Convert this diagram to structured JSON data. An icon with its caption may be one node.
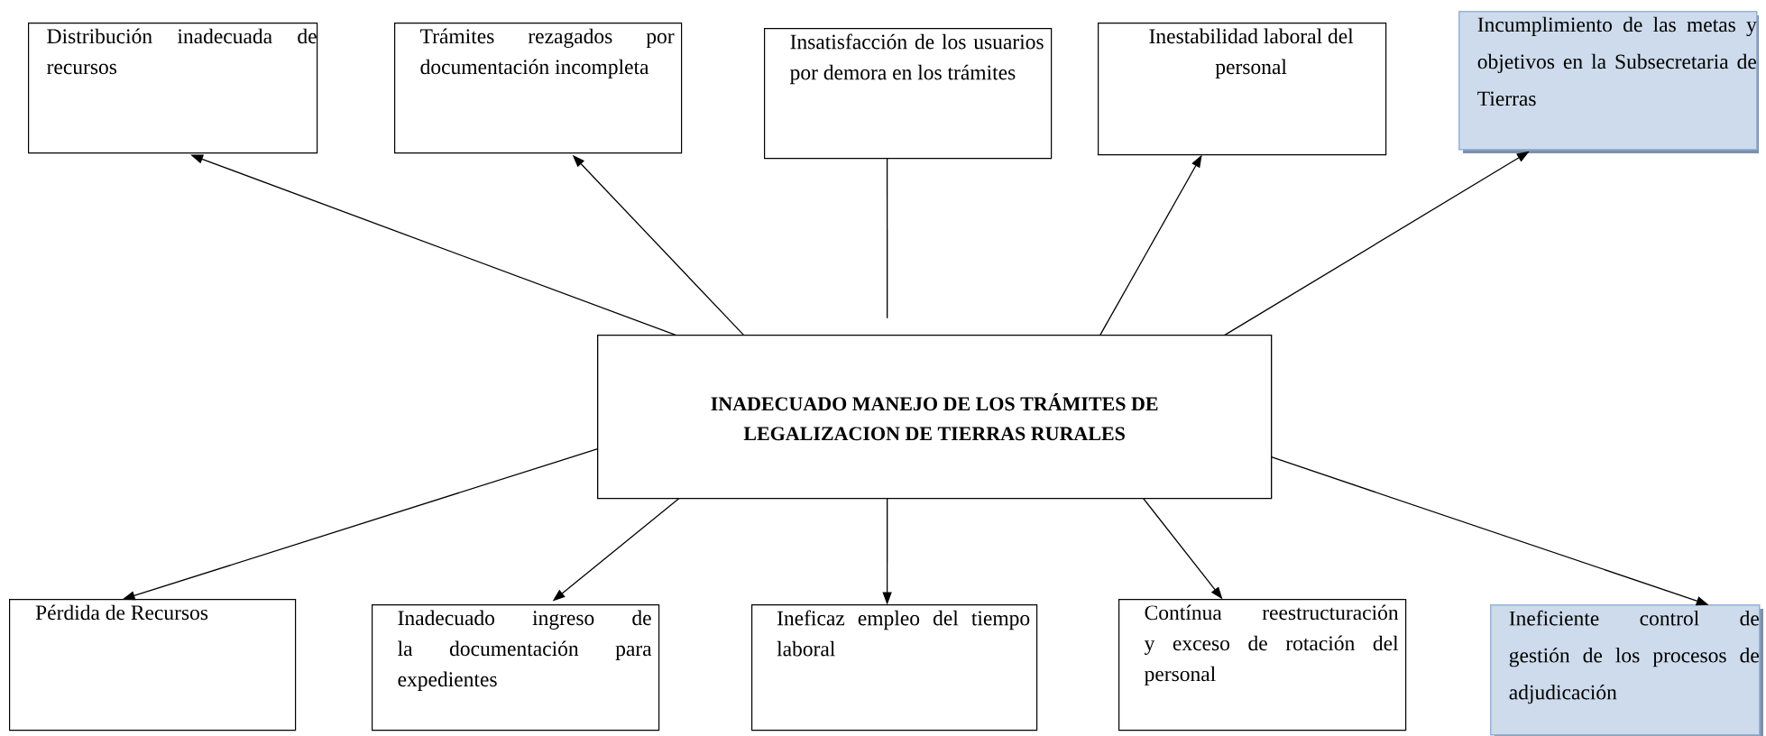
{
  "diagram": {
    "nodes": [
      {
        "text": [
          "Distribución inadecuada de recursos"
        ]
      },
      {
        "text": [
          "Trámites rezagados por documentación incompleta"
        ]
      },
      {
        "text": [
          "Insatisfacción de los usuarios por demora en los trámites"
        ]
      },
      {
        "text": [
          "Inestabilidad laboral del personal"
        ]
      },
      {
        "text": [
          "Incumplimiento de las metas y objetivos en la Subsecretaria de Tierras"
        ]
      },
      {
        "text": [
          "INADECUADO MANEJO DE LOS TRÁMITES DE LEGALIZACION DE TIERRAS RURALES"
        ]
      },
      {
        "text": [
          "Pérdida de Recursos"
        ]
      },
      {
        "text": [
          "Inadecuado ingreso de la documentación para expedientes"
        ]
      },
      {
        "text": [
          "Ineficaz empleo del tiempo laboral"
        ]
      },
      {
        "text": [
          "Contínua reestructuración y exceso de rotación del personal"
        ]
      },
      {
        "text": [
          "Ineficiente control de gestión de los procesos de adjudicación"
        ]
      }
    ],
    "edges": [
      {
        "from": 5,
        "to": 0,
        "arrow": "to"
      },
      {
        "from": 5,
        "to": 1,
        "arrow": "to"
      },
      {
        "from": 5,
        "to": 2,
        "arrow": "none"
      },
      {
        "from": 5,
        "to": 3,
        "arrow": "to"
      },
      {
        "from": 5,
        "to": 4,
        "arrow": "to"
      },
      {
        "from": 5,
        "to": 6,
        "arrow": "to"
      },
      {
        "from": 5,
        "to": 7,
        "arrow": "to"
      },
      {
        "from": 5,
        "to": 8,
        "arrow": "to"
      },
      {
        "from": 5,
        "to": 9,
        "arrow": "to"
      },
      {
        "from": 5,
        "to": 10,
        "arrow": "to"
      }
    ]
  }
}
